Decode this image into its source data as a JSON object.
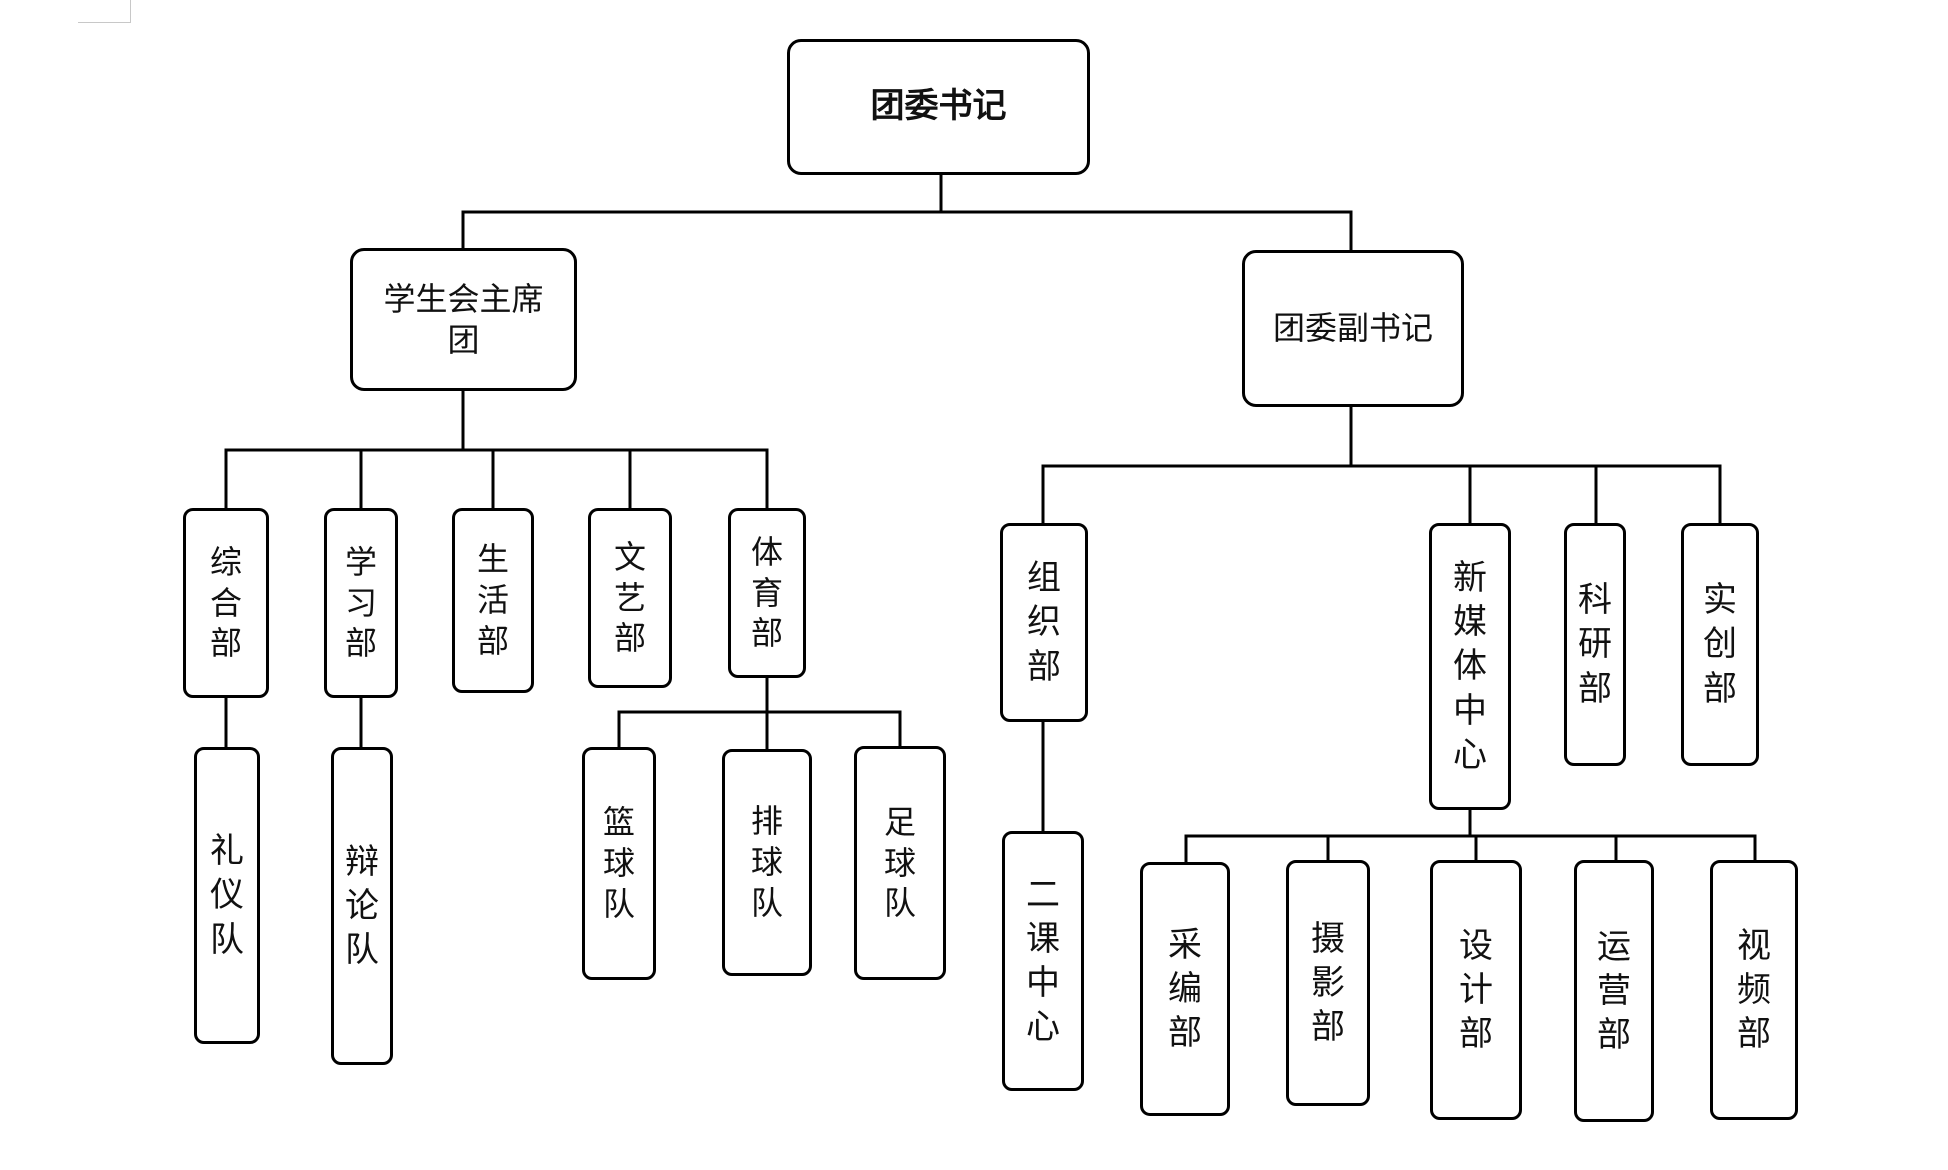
{
  "org_chart": {
    "root": "团委书记",
    "left_branch": {
      "title": "学生会主席团",
      "departments": [
        "综合部",
        "学习部",
        "生活部",
        "文艺部",
        "体育部"
      ],
      "sub_units": {
        "comprehensive": [
          "礼仪队"
        ],
        "study": [
          "辩论队"
        ],
        "sports": [
          "篮球队",
          "排球队",
          "足球队"
        ]
      }
    },
    "right_branch": {
      "title": "团委副书记",
      "departments": [
        "组织部",
        "新媒体中心",
        "科研部",
        "实创部"
      ],
      "sub_units": {
        "organization": [
          "二课中心"
        ],
        "new_media": [
          "采编部",
          "摄影部",
          "设计部",
          "运营部",
          "视频部"
        ]
      }
    }
  }
}
